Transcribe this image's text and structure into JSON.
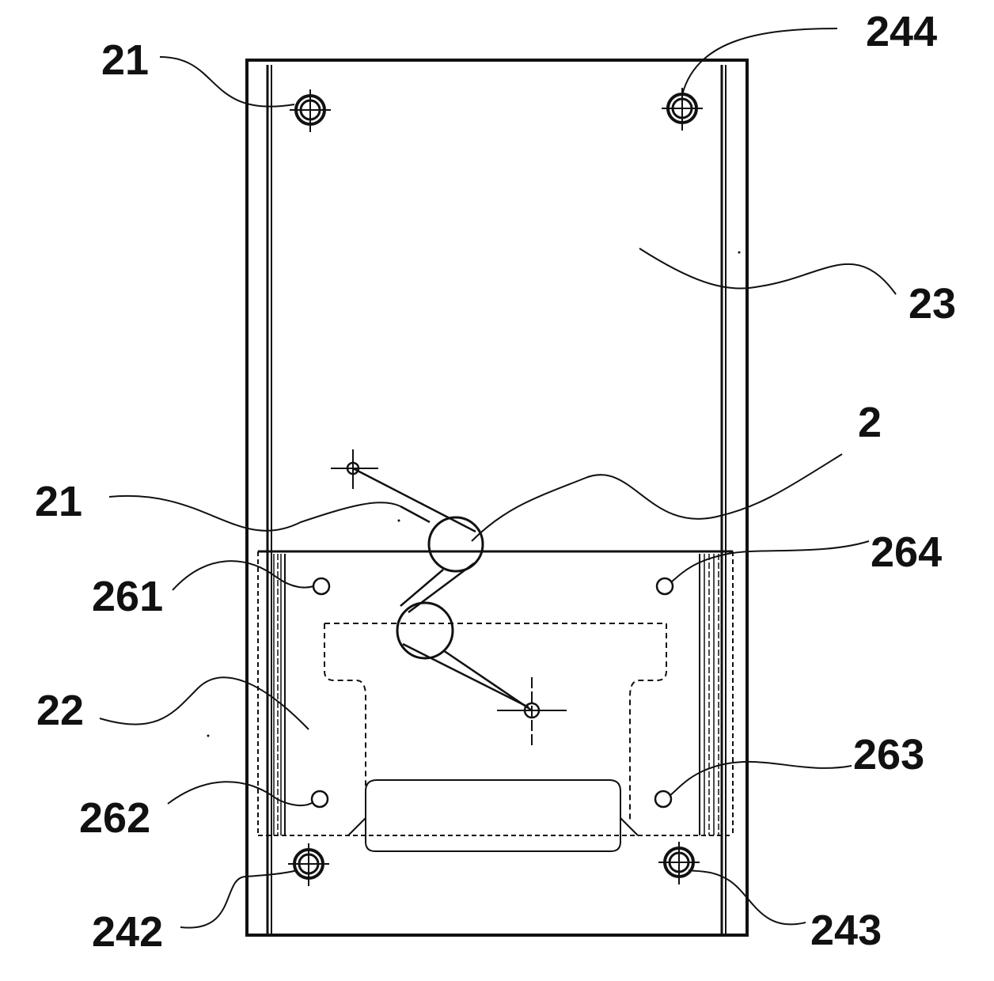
{
  "figure": {
    "labels": {
      "l_21_top": "21",
      "l_244": "244",
      "l_23": "23",
      "l_2": "2",
      "l_21_mid": "21",
      "l_264": "264",
      "l_261": "261",
      "l_22": "22",
      "l_263": "263",
      "l_262": "262",
      "l_242": "242",
      "l_243": "243"
    },
    "colors": {
      "ink": "#111111",
      "paper": "#ffffff"
    }
  }
}
